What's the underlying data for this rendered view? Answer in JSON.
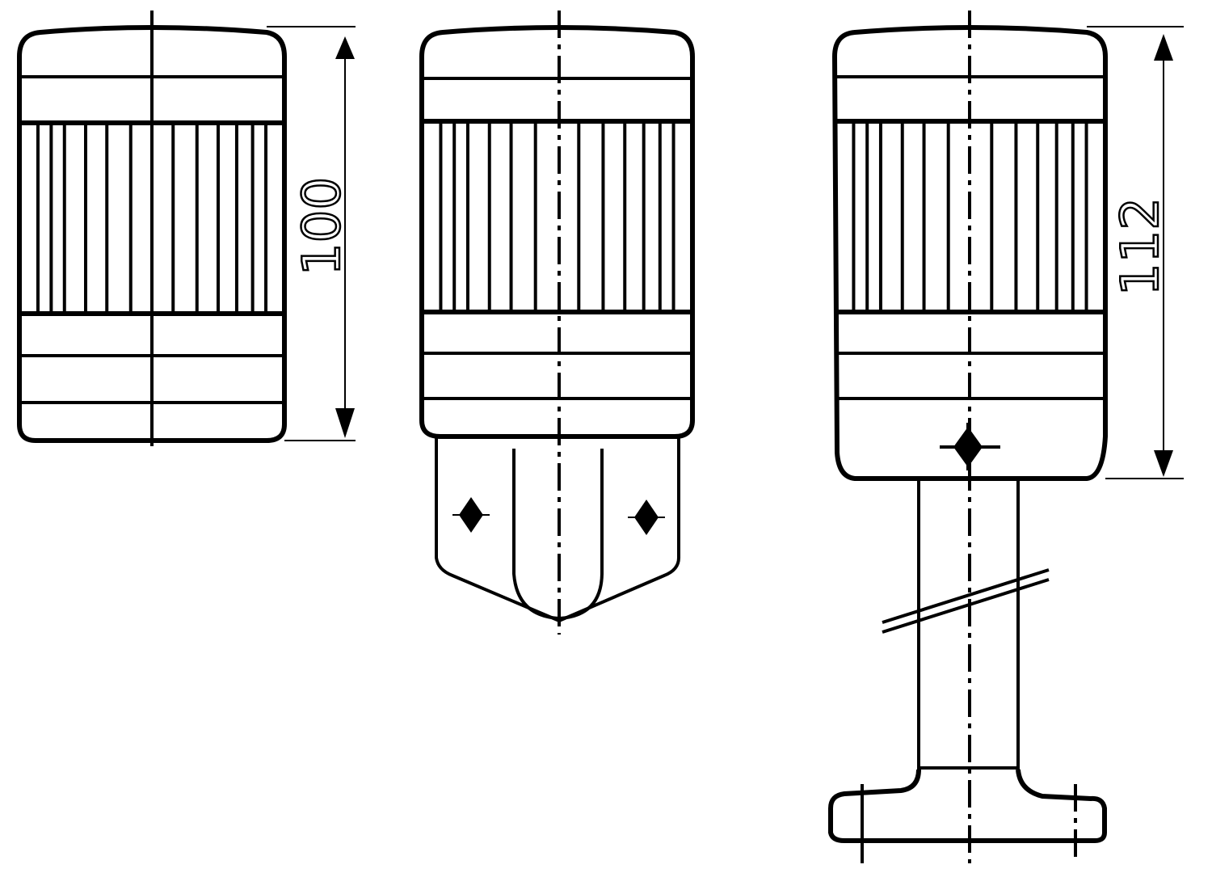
{
  "drawing": {
    "views": [
      {
        "id": "front-view",
        "dimension_label": "100"
      },
      {
        "id": "bracket-mount-view"
      },
      {
        "id": "pole-mount-view",
        "dimension_label": "112"
      }
    ],
    "line_color": "#000000",
    "background": "#ffffff"
  }
}
